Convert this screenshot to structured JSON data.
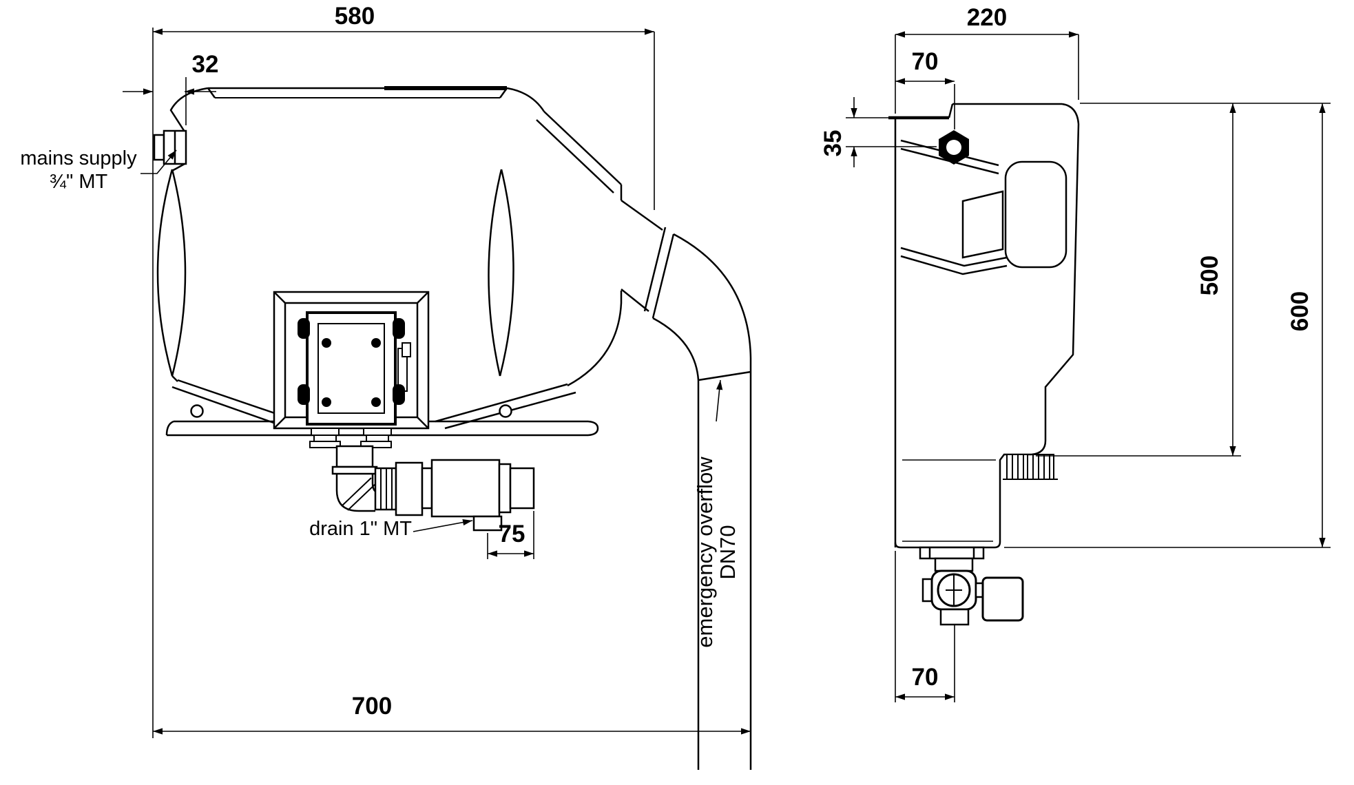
{
  "drawing": {
    "type": "technical-dimension-drawing",
    "background": "#ffffff",
    "line_color": "#000000",
    "front_view": {
      "dims": {
        "top_width": "580",
        "inlet_offset": "32",
        "drain_offset": "75",
        "overall_width": "700"
      },
      "labels": {
        "inlet_line1": "mains supply",
        "inlet_line2": "¾\" MT",
        "drain": "drain 1\" MT",
        "overflow_line1": "emergency overflow",
        "overflow_line2": "DN70"
      }
    },
    "side_view": {
      "dims": {
        "depth": "220",
        "bolt_offset_x": "70",
        "bolt_offset_y": "35",
        "body_height": "500",
        "overall_height": "600",
        "outlet_offset": "70"
      }
    }
  }
}
